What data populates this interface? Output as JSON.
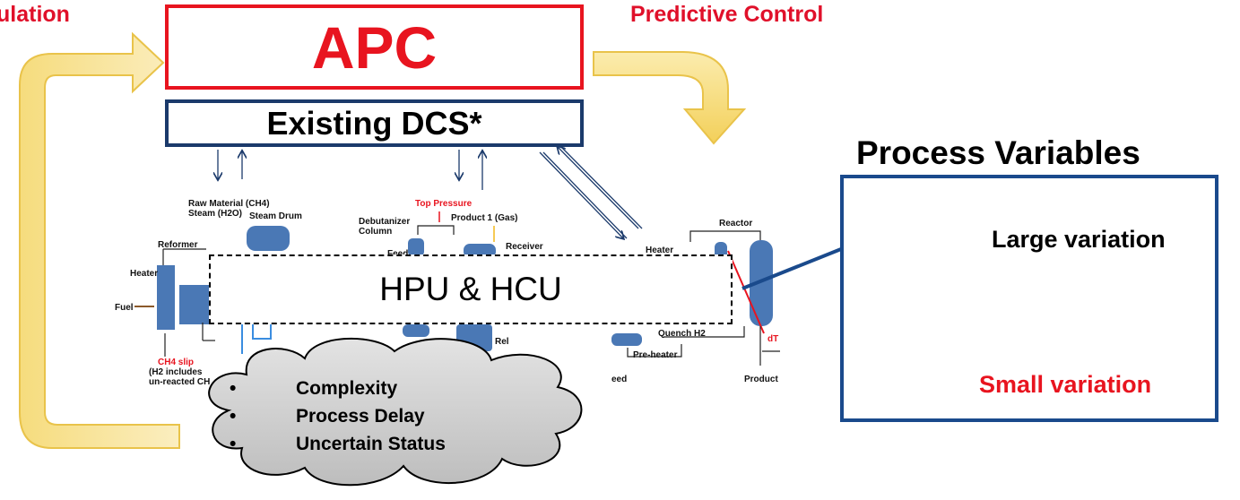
{
  "labels": {
    "left_partial": "ulation",
    "right_top": "Predictive Control",
    "apc": "APC",
    "dcs": "Existing DCS*",
    "hpu": "HPU & HCU"
  },
  "process_variables": {
    "title": "Process Variables",
    "large": "Large variation",
    "small": "Small variation"
  },
  "challenges": [
    "Complexity",
    "Process Delay",
    "Uncertain Status"
  ],
  "process_diagram": {
    "raw_material": "Raw Material (CH4)",
    "steam": "Steam (H2O)",
    "steam_drum": "Steam Drum",
    "reformer": "Reformer",
    "heater_left": "Heater",
    "fuel": "Fuel",
    "ch4_slip": "CH4 slip",
    "h2_includes": "(H2 includes",
    "unreacted": "un-reacted CH",
    "top_pressure": "Top Pressure",
    "product1": "Product 1 (Gas)",
    "debutanizer": "Debutanizer",
    "column": "Column",
    "receiver": "Receiver",
    "feed": "Feed",
    "reactor": "Reactor",
    "heater_right": "Heater",
    "quench": "Quench H2",
    "preheater": "Pre-heater",
    "eed": "eed",
    "product": "Product",
    "dt": "dT",
    "cut_label": "Rel"
  },
  "colors": {
    "red": "#e8141f",
    "navy": "#1b3a6b",
    "equipment_blue": "#4a78b5",
    "arrow_yellow": "#f7dd7a",
    "cloud_gray": "#c9c9c9"
  }
}
